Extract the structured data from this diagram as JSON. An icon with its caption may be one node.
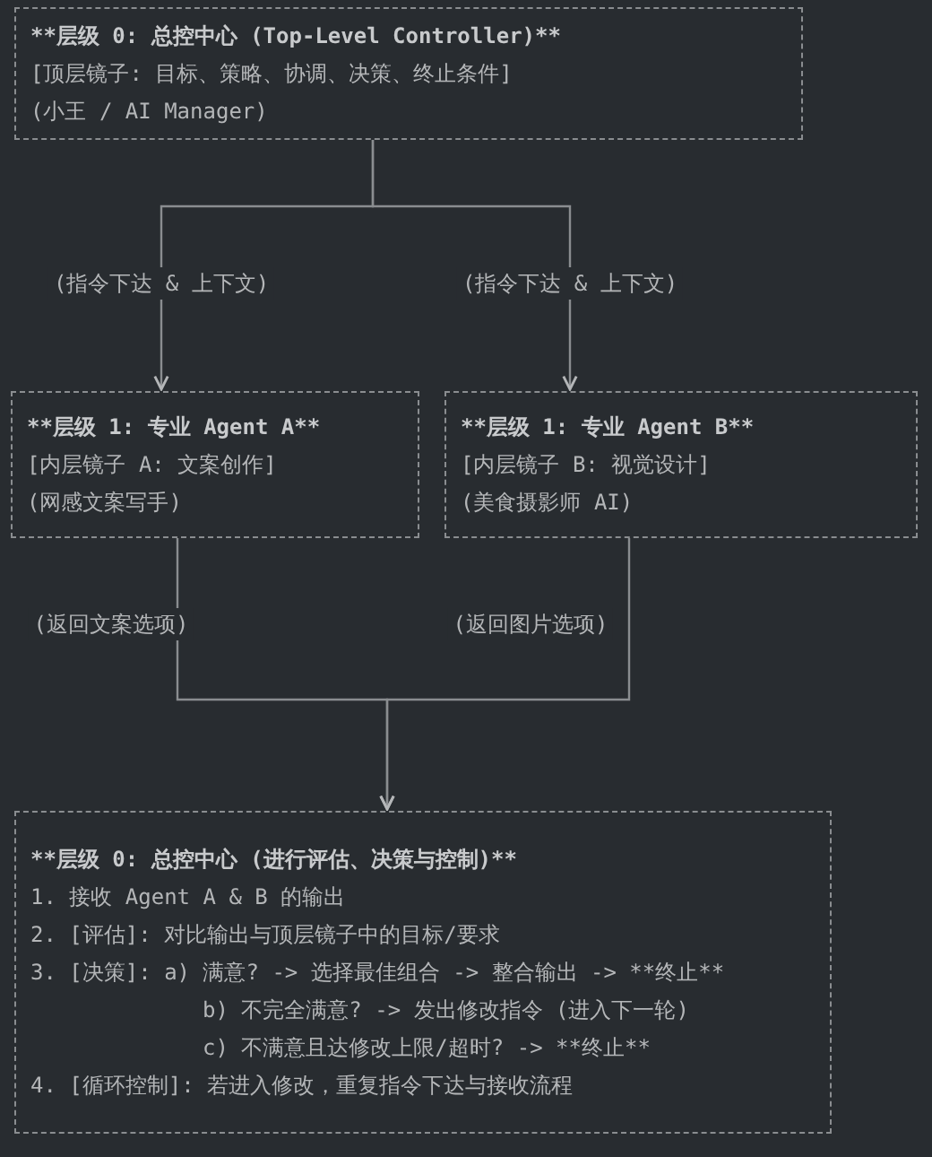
{
  "diagram": {
    "nodes": [
      {
        "text": [
          "**层级 0: 总控中心 (Top-Level Controller)**",
          "[顶层镜子: 目标、策略、协调、决策、终止条件]",
          "(小王 / AI Manager)"
        ]
      },
      {
        "text": [
          "**层级 1: 专业 Agent A**",
          "[内层镜子 A: 文案创作]",
          "(网感文案写手)"
        ]
      },
      {
        "text": [
          "**层级 1: 专业 Agent B**",
          "[内层镜子 B: 视觉设计]",
          "(美食摄影师 AI)"
        ]
      },
      {
        "text": [
          "**层级 0: 总控中心 (进行评估、决策与控制)**",
          "1. 接收 Agent A & B 的输出",
          "2. [评估]: 对比输出与顶层镜子中的目标/要求",
          "3. [决策]: a) 满意? -> 选择最佳组合 -> 整合输出 -> **终止**",
          "b) 不完全满意? -> 发出修改指令 (进入下一轮)",
          "c) 不满意且达修改上限/超时? -> **终止**",
          "4. [循环控制]: 若进入修改，重复指令下达与接收流程"
        ]
      }
    ],
    "edges": [
      {
        "from": 0,
        "to": 1,
        "arrow": "to",
        "label": "(指令下达 & 上下文)"
      },
      {
        "from": 0,
        "to": 2,
        "arrow": "to",
        "label": "(指令下达 & 上下文)"
      },
      {
        "from": 1,
        "to": 3,
        "arrow": "to",
        "label": "(返回文案选项)"
      },
      {
        "from": 2,
        "to": 3,
        "arrow": "to",
        "label": "(返回图片选项)"
      }
    ]
  }
}
